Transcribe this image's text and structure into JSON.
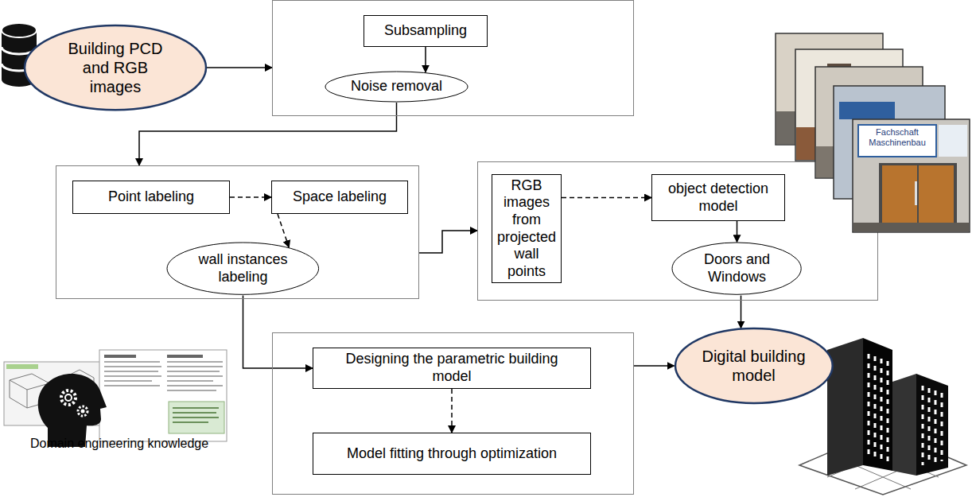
{
  "diagram": {
    "nodes": [
      {
        "text": [
          "Building PCD and RGB images"
        ]
      },
      {
        "text": []
      },
      {
        "text": [
          "Subsampling"
        ],
        "in": 1
      },
      {
        "text": [
          "Noise removal"
        ],
        "in": 1
      },
      {
        "text": []
      },
      {
        "text": [
          "Point labeling"
        ],
        "in": 4
      },
      {
        "text": [
          "Space labeling"
        ],
        "in": 4
      },
      {
        "text": [
          "wall instances labeling"
        ],
        "in": 4
      },
      {
        "text": []
      },
      {
        "text": [
          "RGB images from projected wall points"
        ],
        "in": 8
      },
      {
        "text": [
          "object detection model"
        ],
        "in": 8
      },
      {
        "text": [
          "Doors and Windows"
        ],
        "in": 8
      },
      {
        "text": []
      },
      {
        "text": [
          "Designing the parametric building model"
        ],
        "in": 12
      },
      {
        "text": [
          "Model fitting through optimization"
        ],
        "in": 12
      },
      {
        "text": [
          "Digital building model"
        ]
      }
    ],
    "edges": [
      {
        "from": 0,
        "to": 1,
        "arrow": "to"
      },
      {
        "from": 2,
        "to": 3,
        "arrow": "to"
      },
      {
        "from": 3,
        "to": 4,
        "arrow": "to"
      },
      {
        "from": 5,
        "to": 6,
        "arrow": "to"
      },
      {
        "from": 6,
        "to": 7,
        "arrow": "to"
      },
      {
        "from": 4,
        "to": 8,
        "arrow": "to"
      },
      {
        "from": 9,
        "to": 10,
        "arrow": "to"
      },
      {
        "from": 10,
        "to": 11,
        "arrow": "to"
      },
      {
        "from": 7,
        "to": 13,
        "arrow": "to"
      },
      {
        "from": 13,
        "to": 14,
        "arrow": "to"
      },
      {
        "from": 12,
        "to": 15,
        "arrow": "to"
      },
      {
        "from": 11,
        "to": 15,
        "arrow": "to"
      }
    ],
    "labels": [
      "Domain engineering knowledge",
      "Fachschaft Maschinenbau"
    ]
  }
}
